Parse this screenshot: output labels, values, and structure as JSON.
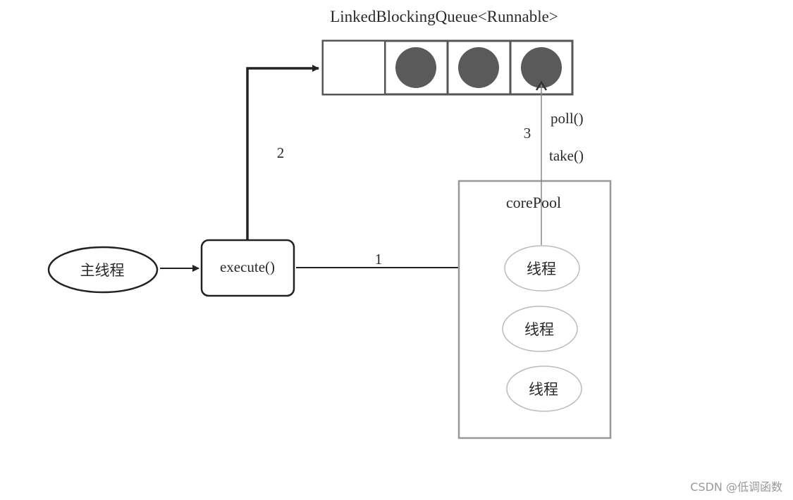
{
  "queue": {
    "title": "LinkedBlockingQueue<Runnable>",
    "slots": [
      {
        "filled": false
      },
      {
        "filled": true
      },
      {
        "filled": true
      },
      {
        "filled": true
      }
    ]
  },
  "main_thread": {
    "label": "主线程"
  },
  "execute": {
    "label": "execute()"
  },
  "core_pool": {
    "label": "corePool",
    "threads": [
      "线程",
      "线程",
      "线程"
    ]
  },
  "arrows": {
    "step_1": "1",
    "step_2": "2",
    "step_3": "3",
    "poll": "poll()",
    "take": "take()"
  },
  "watermark": "CSDN @低调函数",
  "colors": {
    "stroke_dark": "#222222",
    "queue_border": "#555555",
    "queue_fill": "#5a5a5a",
    "pool_border": "#999999",
    "thread_border": "#bbbbbb",
    "watermark": "#999999"
  }
}
